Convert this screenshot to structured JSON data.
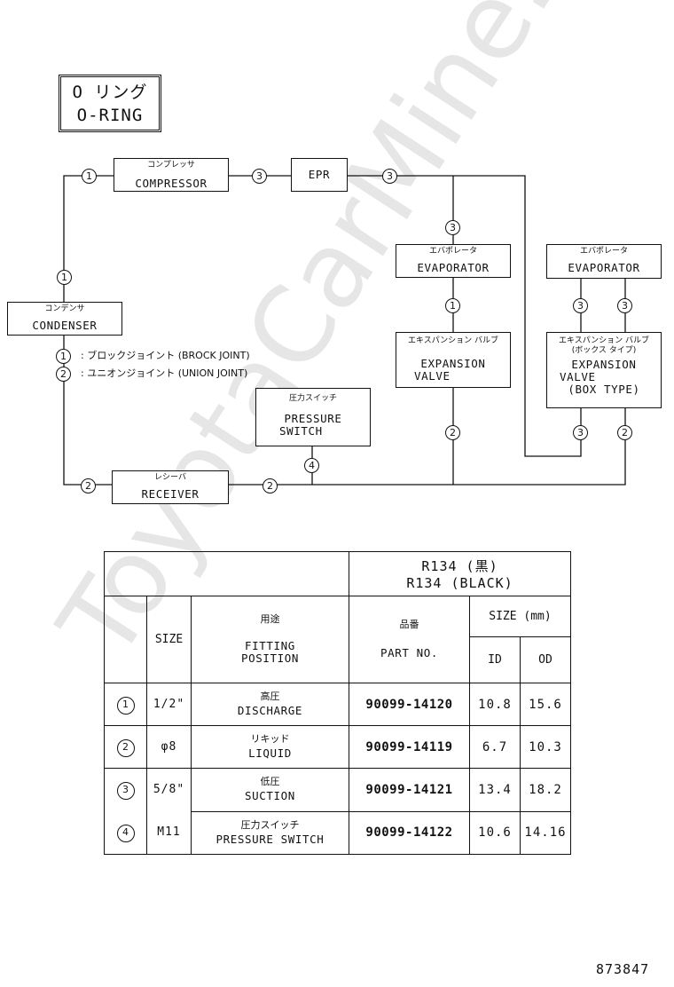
{
  "title": {
    "jp": "O リング",
    "en": "O-RING"
  },
  "watermark": "ToyotaCarMine.ru",
  "components": {
    "compressor": {
      "jp": "コンプレッサ",
      "en": "COMPRESSOR"
    },
    "epr": {
      "en": "EPR"
    },
    "condenser": {
      "jp": "コンデンサ",
      "en": "CONDENSER"
    },
    "evaporator1": {
      "jp": "エバポレータ",
      "en": "EVAPORATOR"
    },
    "evaporator2": {
      "jp": "エバポレータ",
      "en": "EVAPORATOR"
    },
    "expansion1": {
      "jp": "エキスパンション バルブ",
      "en1": "EXPANSION",
      "en2": "VALVE"
    },
    "expansion2": {
      "jp1": "エキスパンション バルブ",
      "jp2": "(ボックス タイプ)",
      "en1": "EXPANSION",
      "en2": "VALVE",
      "en3": "(BOX TYPE)"
    },
    "pressure_switch": {
      "jp": "圧力スイッチ",
      "en1": "PRESSURE",
      "en2": "SWITCH"
    },
    "receiver": {
      "jp": "レシーバ",
      "en": "RECEIVER"
    }
  },
  "legend": [
    {
      "num": "1",
      "text": ": ブロックジョイント (BROCK JOINT)"
    },
    {
      "num": "2",
      "text": ": ユニオンジョイント (UNION JOINT)"
    }
  ],
  "markers": {
    "m1": "1",
    "m2": "3",
    "m3": "3",
    "m4": "1",
    "m5": "3",
    "m6": "1",
    "m7": "3",
    "m8": "3",
    "m9": "2",
    "m10": "3",
    "m11": "2",
    "m12": "4",
    "m13": "2",
    "m14": "2"
  },
  "table": {
    "refrigerant_jp": "R134 (黒)",
    "refrigerant_en": "R134 (BLACK)",
    "size_header": "SIZE",
    "use_jp": "用途",
    "use_en1": "FITTING",
    "use_en2": "POSITION",
    "part_jp": "品番",
    "part_en": "PART NO.",
    "size_mm": "SIZE (mm)",
    "id": "ID",
    "od": "OD",
    "rows": [
      {
        "num": "1",
        "size": "1/2\"",
        "use_jp": "高圧",
        "use_en": "DISCHARGE",
        "part": "90099-14120",
        "id": "10.8",
        "od": "15.6"
      },
      {
        "num": "2",
        "size": "φ8",
        "use_jp": "リキッド",
        "use_en": "LIQUID",
        "part": "90099-14119",
        "id": "6.7",
        "od": "10.3"
      },
      {
        "num": "3",
        "size": "5/8\"",
        "use_jp": "低圧",
        "use_en": "SUCTION",
        "part": "90099-14121",
        "id": "13.4",
        "od": "18.2"
      },
      {
        "num": "4",
        "size": "M11",
        "use_jp": "圧力スイッチ",
        "use_en": "PRESSURE SWITCH",
        "part": "90099-14122",
        "id": "10.6",
        "od": "14.16"
      }
    ]
  },
  "figure_number": "873847"
}
